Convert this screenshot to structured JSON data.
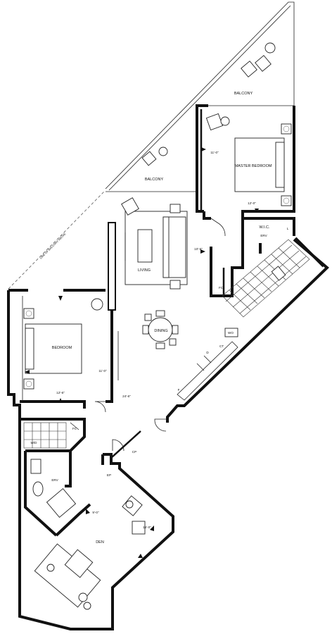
{
  "rooms": {
    "balcony_top": "BALCONY",
    "balcony_mid": "BALCONY",
    "master_bedroom": "MASTER BEDROOM",
    "living": "LIVING",
    "dining": "DINING",
    "bedroom": "BEDROOM",
    "den": "DEN",
    "wic": "W.I.C."
  },
  "fixtures": {
    "erv_master": "ERV",
    "erv_bath": "ERV",
    "linen": "L",
    "fc_master": "FC",
    "fc_bedroom": "FC",
    "wo": "WO",
    "ct": "CT",
    "d": "D",
    "f": "F",
    "cp": "CP",
    "ep": "EP",
    "wd": "W/D"
  },
  "dimensions": {
    "master_width": "11'-0\"",
    "master_depth": "12'-0\"",
    "hall": "10'-6\"",
    "bedroom_width": "11'-0\"",
    "bedroom_depth": "12'-6\"",
    "living_depth": "24'-6\"",
    "den_width": "9'-0\"",
    "den_depth": "15'-0\""
  },
  "notes": {
    "balcony_line": "LINE OF BALCONY ABOVE"
  }
}
